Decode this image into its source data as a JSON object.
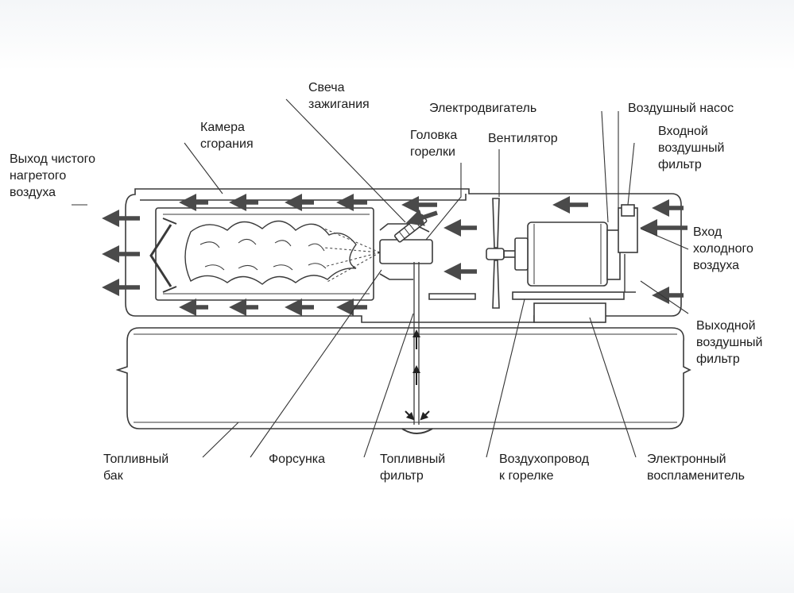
{
  "labels": {
    "outlet": "Выход чистого\nнагретого\nвоздуха",
    "chamber": "Камера\nсгорания",
    "spark": "Свеча\nзажигания",
    "head": "Головка\nгорелки",
    "motor": "Электродвигатель",
    "fan": "Вентилятор",
    "pump": "Воздушный насос",
    "infilter": "Входной\nвоздушный\nфильтр",
    "inlet": "Вход\nхолодного\nвоздуха",
    "outfilter": "Выходной\nвоздушный\nфильтр",
    "tank": "Топливный\nбак",
    "nozzle": "Форсунка",
    "fuelfilter": "Топливный\nфильтр",
    "duct": "Воздухопровод\nк горелке",
    "igniter": "Электронный\nвоспламенитель"
  },
  "colors": {
    "line": "#3a3a3a",
    "arrow": "#4a4a4a",
    "text": "#1c1c1c"
  }
}
